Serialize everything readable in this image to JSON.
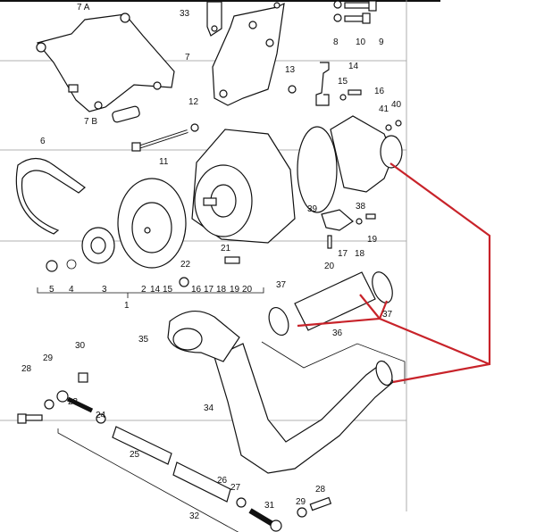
{
  "diagram": {
    "accent_color": "#c8232a",
    "labels": {
      "l7A": "7 A",
      "l33": "33",
      "l8": "8",
      "l10": "10",
      "l9": "9",
      "l7": "7",
      "l14": "14",
      "l13": "13",
      "l15": "15",
      "l16": "16",
      "l41": "41",
      "l40": "40",
      "l12": "12",
      "l7B": "7 B",
      "l11": "11",
      "l6": "6",
      "l38": "38",
      "l39": "39",
      "l19": "19",
      "l17": "17",
      "l18": "18",
      "l21": "21",
      "l22": "22",
      "l20": "20",
      "r5": "5",
      "r4": "4",
      "r3": "3",
      "r2": "2",
      "r14": "14",
      "r15": "15",
      "r16": "16",
      "r17": "17",
      "r18": "18",
      "r19": "19",
      "r20": "20",
      "l1": "1",
      "l37a": "37",
      "l37b": "37",
      "l36": "36",
      "l35": "35",
      "l30": "30",
      "l29a": "29",
      "l28a": "28",
      "l23": "23",
      "l24": "24",
      "l34": "34",
      "l25": "25",
      "l26": "26",
      "l27": "27",
      "l29b": "29",
      "l28b": "28",
      "l31": "31",
      "l32": "32"
    }
  }
}
